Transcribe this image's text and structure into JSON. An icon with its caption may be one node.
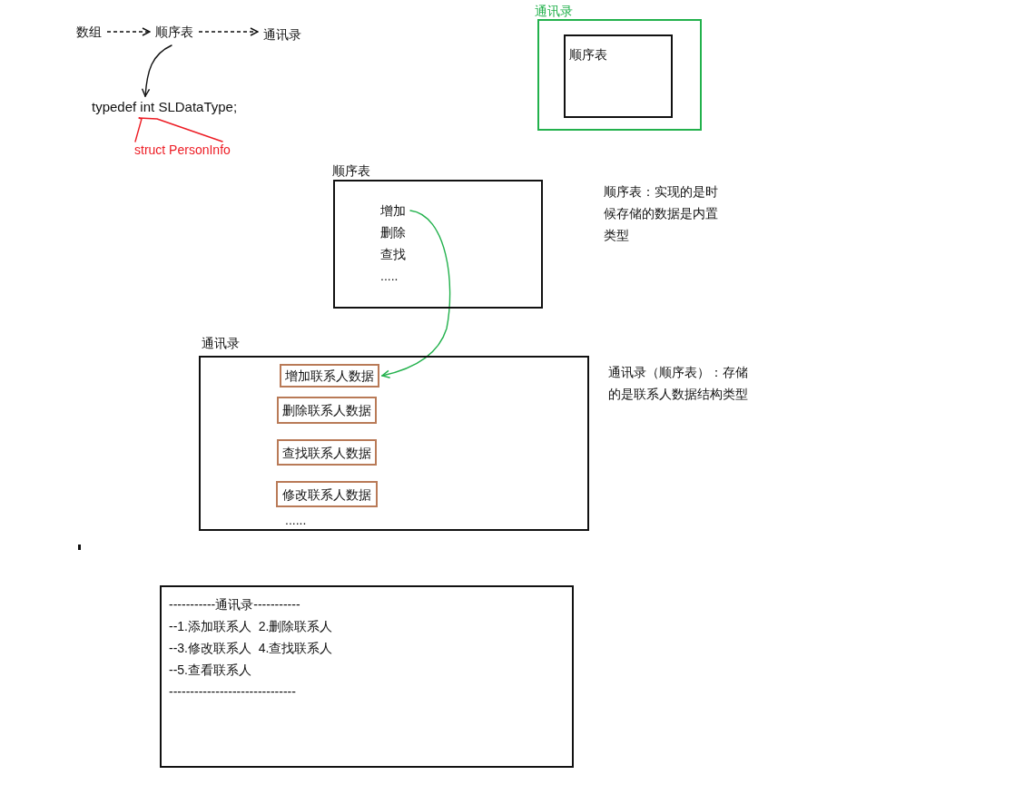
{
  "diagram": {
    "nodes": [
      {
        "text": [
          "数组"
        ]
      },
      {
        "text": [
          "顺序表"
        ]
      },
      {
        "text": [
          "通讯录"
        ]
      },
      {
        "text": [
          "typedef int SLDataType;"
        ]
      },
      {
        "text": [
          "struct PersonInfo"
        ]
      },
      {
        "text": [
          "通讯录"
        ]
      },
      {
        "text": [
          "顺序表"
        ],
        "in": 5
      },
      {
        "text": [
          "顺序表"
        ]
      },
      {
        "text": [
          "增加"
        ],
        "in": 7
      },
      {
        "text": [
          "删除"
        ],
        "in": 7
      },
      {
        "text": [
          "查找"
        ],
        "in": 7
      },
      {
        "text": [
          "....."
        ],
        "in": 7
      },
      {
        "text": [
          "通讯录"
        ]
      },
      {
        "text": [
          "增加联系人数据"
        ],
        "in": 12
      },
      {
        "text": [
          "删除联系人数据"
        ],
        "in": 12
      },
      {
        "text": [
          "查找联系人数据"
        ],
        "in": 12
      },
      {
        "text": [
          "修改联系人数据"
        ],
        "in": 12
      },
      {
        "text": [
          "......"
        ],
        "in": 12
      },
      {
        "text": [
          "-----------通讯录-----------",
          "--1.添加联系人  2.删除联系人",
          "--3.修改联系人  4.查找联系人",
          "--5.查看联系人",
          "------------------------------"
        ]
      }
    ],
    "edges": [
      {
        "from": 0,
        "to": 1,
        "arrow": "to",
        "style": "dashed"
      },
      {
        "from": 1,
        "to": 2,
        "arrow": "to",
        "style": "dashed"
      },
      {
        "from": 1,
        "to": 3,
        "arrow": "to"
      },
      {
        "from": 4,
        "to": 3,
        "arrow": "none",
        "color": "#ed1c24"
      },
      {
        "from": 8,
        "to": 13,
        "arrow": "to",
        "color": "#22b14c"
      }
    ],
    "labels": [
      "顺序表：实现的是时候存储的数据是内置类型",
      "通讯录（顺序表）：存储的是联系人数据结构类型"
    ]
  }
}
